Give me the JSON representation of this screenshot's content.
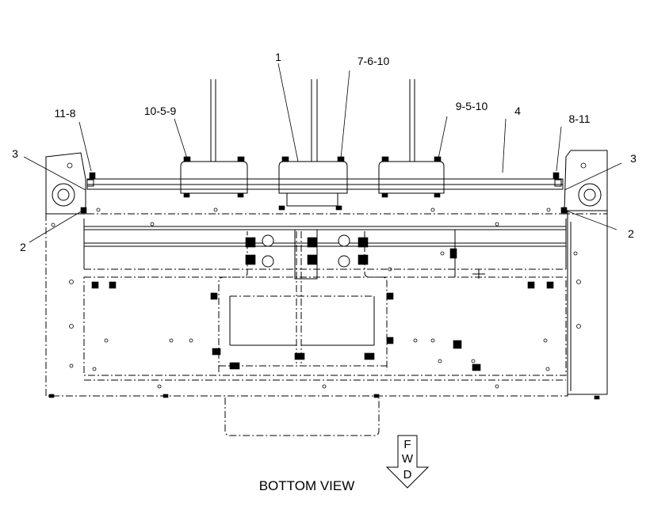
{
  "drawing": {
    "view_title": "BOTTOM VIEW",
    "fwd_arrow": {
      "letters": [
        "F",
        "W",
        "D"
      ]
    },
    "callouts": {
      "c1": "1",
      "c7_6_10": "7-6-10",
      "c10_5_9": "10-5-9",
      "c9_5_10": "9-5-10",
      "c4": "4",
      "c11_8": "11-8",
      "c8_11": "8-11",
      "c3_left": "3",
      "c3_right": "3",
      "c2_left": "2",
      "c2_right": "2"
    }
  }
}
